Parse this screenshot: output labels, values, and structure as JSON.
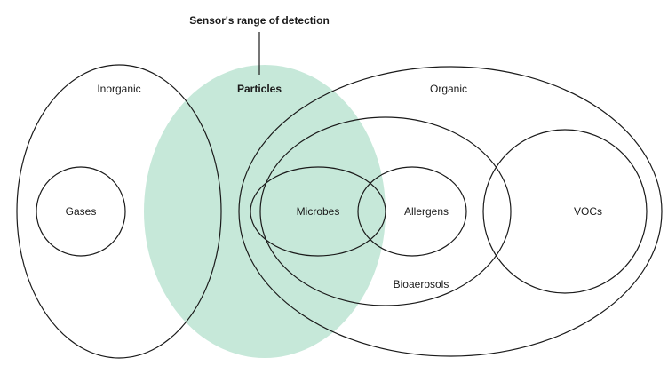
{
  "title": "Sensor's range of detection",
  "colors": {
    "sensor_fill": "#c6e8d9",
    "stroke": "#1a1a1a",
    "text": "#1a1a1a"
  },
  "sets": {
    "inorganic": "Inorganic",
    "particles": "Particles",
    "organic": "Organic",
    "gases": "Gases",
    "microbes": "Microbes",
    "allergens": "Allergens",
    "bioaerosols": "Bioaerosols",
    "vocs": "VOCs"
  }
}
